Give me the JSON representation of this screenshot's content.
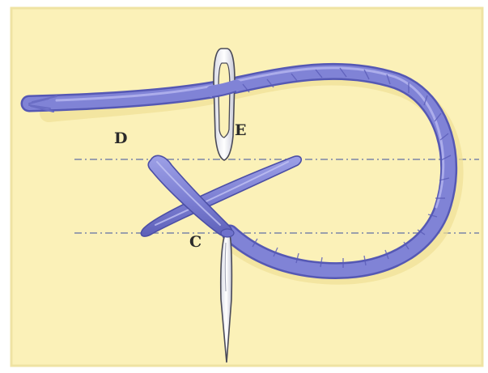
{
  "diagram": {
    "labels": {
      "d": "D",
      "e": "E",
      "c": "C"
    },
    "colors": {
      "fabric": "#fbf1b8",
      "fabric_edge": "#f2e49c",
      "thread": "#7f82d6",
      "thread_shadow": "#4e50a8",
      "thread_highlight": "#b3b6ee",
      "guide_line": "#7b86a8",
      "needle": "#eef0f6",
      "needle_outline": "#4a4a58"
    },
    "icons": [
      "needle-icon",
      "thread"
    ]
  }
}
